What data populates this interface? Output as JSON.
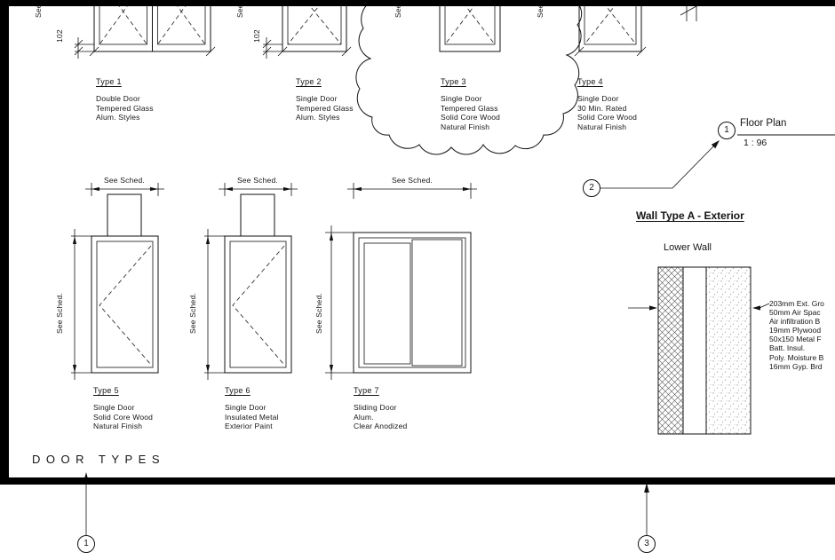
{
  "sheet_title": "DOOR TYPES",
  "dims": {
    "see_sched": "See Sched.",
    "bottom_rail": "102"
  },
  "doors_top": [
    {
      "name": "Type 1",
      "desc": [
        "Double Door",
        "Tempered Glass",
        "Alum. Styles"
      ]
    },
    {
      "name": "Type 2",
      "desc": [
        "Single Door",
        "Tempered Glass",
        "Alum. Styles"
      ]
    },
    {
      "name": "Type 3",
      "desc": [
        "Single Door",
        "Tempered Glass",
        "Solid Core Wood",
        "Natural Finish"
      ]
    },
    {
      "name": "Type 4",
      "desc": [
        "Single Door",
        "30 Min. Rated",
        "Solid Core Wood",
        "Natural Finish"
      ]
    }
  ],
  "doors_mid": [
    {
      "name": "Type 5",
      "desc": [
        "Single Door",
        "Solid Core Wood",
        "Natural Finish"
      ]
    },
    {
      "name": "Type 6",
      "desc": [
        "Single Door",
        "Insulated Metal",
        "Exterior Paint"
      ]
    },
    {
      "name": "Type 7",
      "desc": [
        "Sliding Door",
        "Alum.",
        "Clear Anodized"
      ]
    }
  ],
  "floor_plan_callout": {
    "number": "1",
    "title": "Floor Plan",
    "scale": "1 : 96"
  },
  "detail_markers": {
    "marker_2": "2",
    "marker_1": "1",
    "marker_3": "3"
  },
  "wall_type": {
    "heading": "Wall Type A - Exterior",
    "subheading": "Lower Wall",
    "notes": [
      "203mm Ext. Gro",
      "50mm Air Spac",
      "Air infiltration B",
      "19mm Plywood",
      "50x150 Metal F",
      "Batt. Insul.",
      "Poly. Moisture B",
      "16mm Gyp. Brd"
    ]
  }
}
